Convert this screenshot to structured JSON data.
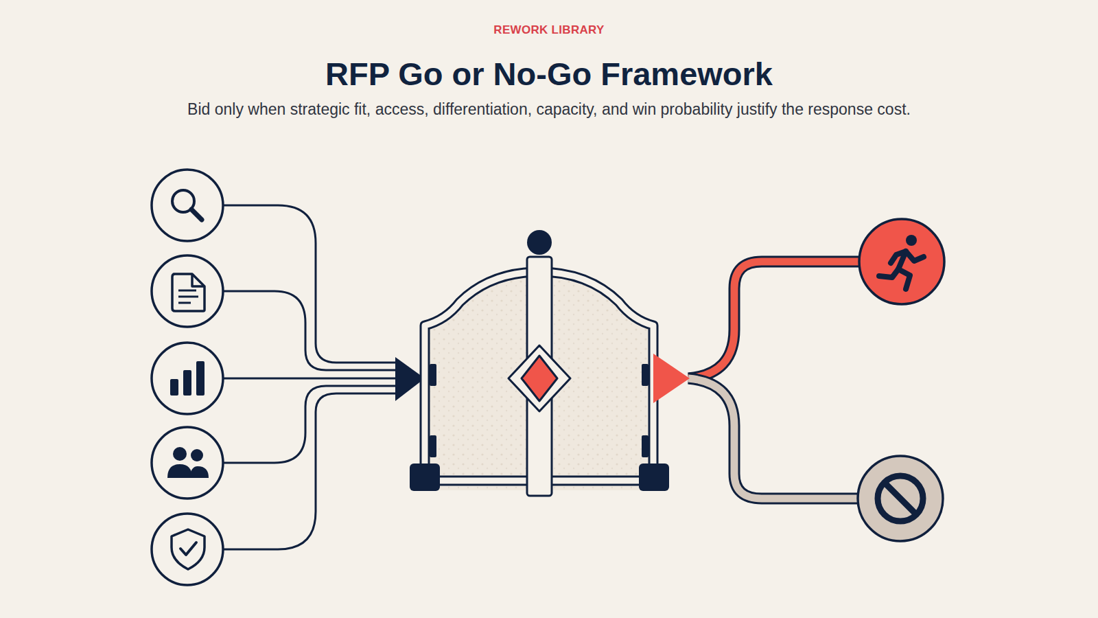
{
  "diagram": {
    "title": "RFP Go or No-Go Framework",
    "caption": "Bid only when strategic fit, access, differentiation, capacity, and win probability justify the response cost.",
    "labels": [
      "REWORK LIBRARY"
    ]
  }
}
